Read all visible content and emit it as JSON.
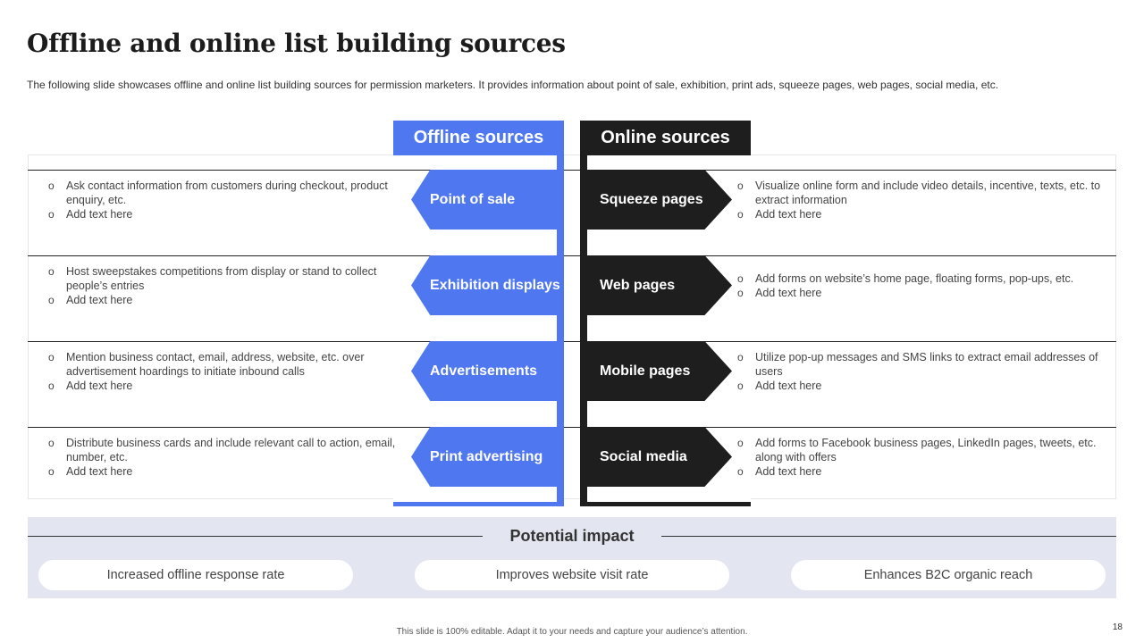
{
  "slide": {
    "title": "Offline and online list building sources",
    "subtitle": "The following slide showcases offline and online list building sources for permission marketers. It provides information about point of sale, exhibition, print ads, squeeze pages, web pages, social media, etc.",
    "footer": "This slide is 100% editable. Adapt it to your needs and capture your audience’s attention.",
    "page_number": "18"
  },
  "colors": {
    "blue": "#4f78f0",
    "black": "#1e1e1e",
    "band": "#e3e6f1"
  },
  "offline": {
    "header": "Offline sources",
    "rows": [
      {
        "label": "Point of sale",
        "bullets": [
          "Ask contact information from customers during checkout, product enquiry, etc.",
          "Add text here"
        ]
      },
      {
        "label": "Exhibition displays",
        "bullets": [
          "Host sweepstakes competitions from display or stand to collect people’s entries",
          "Add text here"
        ]
      },
      {
        "label": "Advertisements",
        "bullets": [
          "Mention business contact, email, address, website, etc. over advertisement hoardings to initiate inbound calls",
          "Add text here"
        ]
      },
      {
        "label": "Print advertising",
        "bullets": [
          "Distribute business cards and include relevant call to action, email, number, etc.",
          "Add text here"
        ]
      }
    ]
  },
  "online": {
    "header": "Online sources",
    "rows": [
      {
        "label": "Squeeze pages",
        "bullets": [
          "Visualize online form and include video details, incentive, texts, etc. to extract information",
          "Add text here"
        ]
      },
      {
        "label": "Web pages",
        "bullets": [
          "Add forms on website’s home page, floating forms, pop-ups, etc.",
          "Add text here"
        ]
      },
      {
        "label": "Mobile pages",
        "bullets": [
          "Utilize pop-up messages and SMS links to extract email addresses of users",
          "Add text here"
        ]
      },
      {
        "label": "Social media",
        "bullets": [
          "Add forms to Facebook business pages, LinkedIn pages, tweets, etc. along with offers",
          "Add text here"
        ]
      }
    ]
  },
  "impact": {
    "title": "Potential impact",
    "items": [
      "Increased offline response rate",
      "Improves website visit rate",
      "Enhances B2C organic reach"
    ]
  }
}
